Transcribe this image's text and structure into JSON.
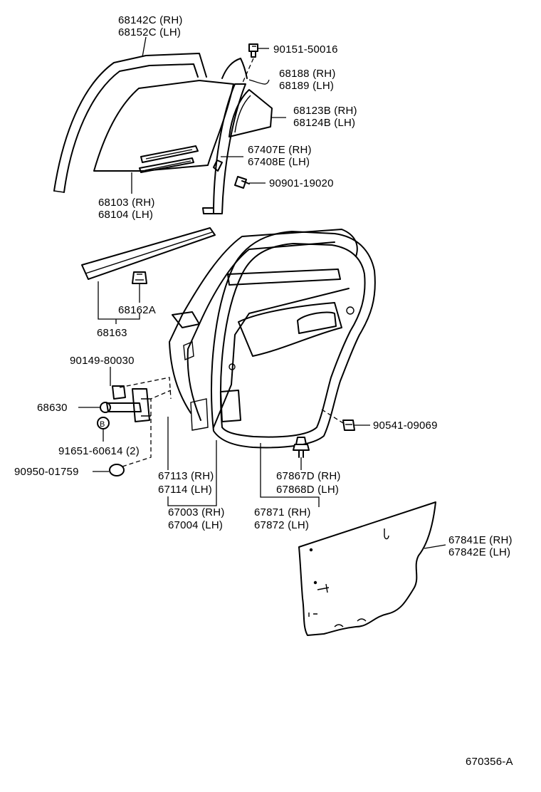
{
  "diagram_code": "670356-A",
  "labels": {
    "p68142c": "68142C (RH)",
    "p68152c": "68152C (LH)",
    "p90151": "90151-50016",
    "p68188": "68188 (RH)",
    "p68189": "68189 (LH)",
    "p68123b": "68123B (RH)",
    "p68124b": "68124B (LH)",
    "p67407e": "67407E (RH)",
    "p67408e": "67408E (LH)",
    "p90901": "90901-19020",
    "p68103": "68103 (RH)",
    "p68104": "68104 (LH)",
    "p68162a": "68162A",
    "p68163": "68163",
    "p90149": "90149-80030",
    "p68630": "68630",
    "p91651": "91651-60614 (2)",
    "p90950": "90950-01759",
    "p90541": "90541-09069",
    "p67113": "67113 (RH)",
    "p67114": "67114 (LH)",
    "p67867d": "67867D (RH)",
    "p67868d": "67868D (LH)",
    "p67003": "67003 (RH)",
    "p67004": "67004 (LH)",
    "p67871": "67871 (RH)",
    "p67872": "67872 (LH)",
    "p67841e": "67841E (RH)",
    "p67842e": "67842E (LH)",
    "bolt_marker": "B"
  }
}
